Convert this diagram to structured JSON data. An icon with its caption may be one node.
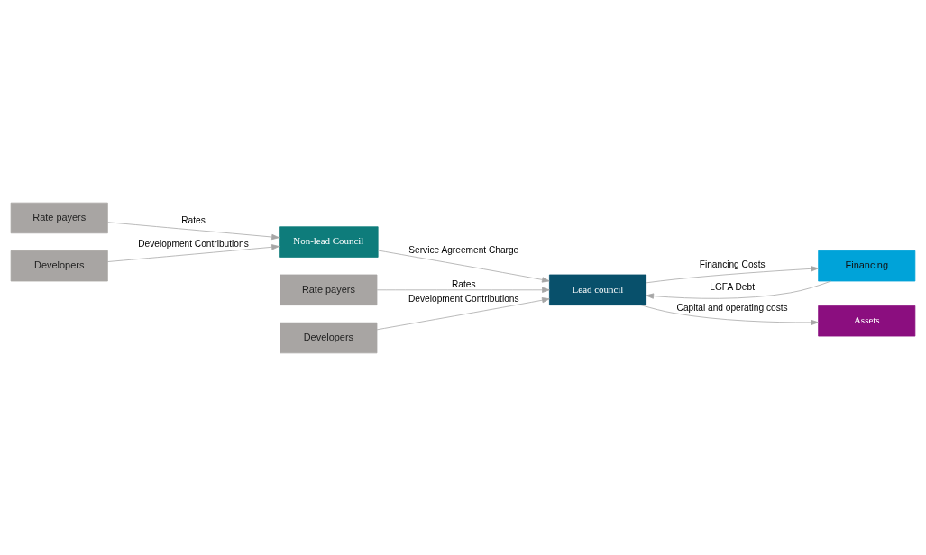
{
  "diagram": {
    "nodes": [
      {
        "text": [
          "Rate payers"
        ]
      },
      {
        "text": [
          "Developers"
        ]
      },
      {
        "text": [
          "Non-lead Council"
        ]
      },
      {
        "text": [
          "Rate payers"
        ]
      },
      {
        "text": [
          "Developers"
        ]
      },
      {
        "text": [
          "Lead council"
        ]
      },
      {
        "text": [
          "Financing"
        ]
      },
      {
        "text": [
          "Assets"
        ]
      }
    ],
    "edges": [
      {
        "from": 0,
        "to": 2,
        "arrow": "to",
        "label": "Rates"
      },
      {
        "from": 1,
        "to": 2,
        "arrow": "to",
        "label": "Development Contributions"
      },
      {
        "from": 2,
        "to": 5,
        "arrow": "to",
        "label": "Service Agreement Charge"
      },
      {
        "from": 3,
        "to": 5,
        "arrow": "to",
        "label": "Rates"
      },
      {
        "from": 4,
        "to": 5,
        "arrow": "to",
        "label": "Development Contributions"
      },
      {
        "from": 5,
        "to": 6,
        "arrow": "to",
        "label": "Financing Costs"
      },
      {
        "from": 6,
        "to": 5,
        "arrow": "to",
        "label": "LGFA Debt"
      },
      {
        "from": 5,
        "to": 7,
        "arrow": "to",
        "label": "Capital and operating costs"
      }
    ]
  }
}
